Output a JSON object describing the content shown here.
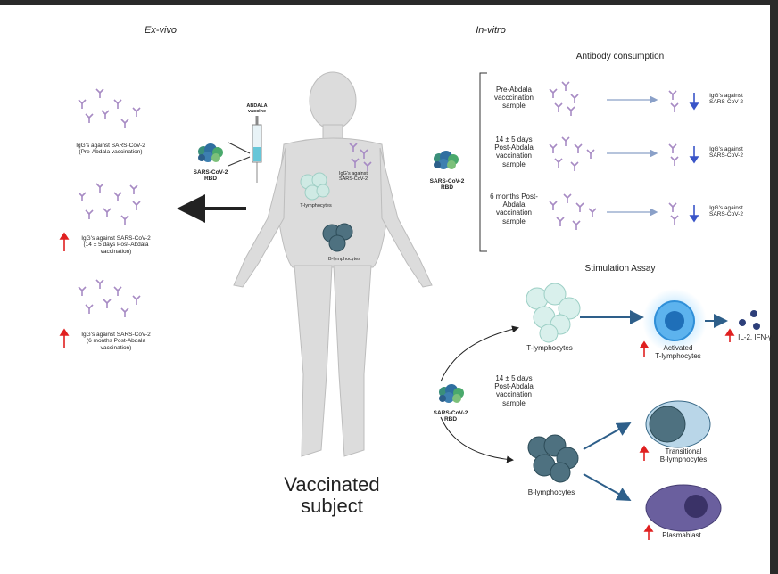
{
  "sections": {
    "ex_vivo": "Ex-vivo",
    "in_vitro": "In-vitro"
  },
  "subject": {
    "line1": "Vaccinated",
    "line2": "subject",
    "vaccine_line1": "ABDALA",
    "vaccine_line2": "vaccine",
    "rbd_line1": "SARS-CoV-2",
    "rbd_line2": "RBD",
    "body_igg_line1": "IgG's against",
    "body_igg_line2": "SARS-CoV-2",
    "body_t": "T-lymphocytes",
    "body_b": "B-lymphocytes"
  },
  "ex_vivo_groups": [
    {
      "line1": "IgG's against SARS-CoV-2",
      "line2": "(Pre-Abdala vaccination)",
      "line3": ""
    },
    {
      "line1": "IgG's against SARS-CoV-2",
      "line2": "(14 ± 5 days Post-Abdala",
      "line3": "vaccination)"
    },
    {
      "line1": "IgG's against SARS-CoV-2",
      "line2": "(6 months Post-Abdala",
      "line3": "vaccination)"
    }
  ],
  "antibody_consumption": {
    "title": "Antibody consumption",
    "rbd_line1": "SARS-CoV-2",
    "rbd_line2": "RBD",
    "rows": [
      {
        "l1": "Pre-Abdala",
        "l2": "vacccination",
        "l3": "sample",
        "l4": "",
        "res1": "IgG's against",
        "res2": "SARS-CoV-2"
      },
      {
        "l1": "14 ± 5 days",
        "l2": "Post-Abdala",
        "l3": "vaccination",
        "l4": "sample",
        "res1": "IgG's against",
        "res2": "SARS-CoV-2"
      },
      {
        "l1": "6 months Post-",
        "l2": "Abdala",
        "l3": "vaccination",
        "l4": "sample",
        "res1": "IgG's against",
        "res2": "SARS-CoV-2"
      }
    ]
  },
  "stimulation": {
    "title": "Stimulation Assay",
    "sample_l1": "14 ± 5 days",
    "sample_l2": "Post-Abdala",
    "sample_l3": "vaccination",
    "sample_l4": "sample",
    "rbd_line1": "SARS-CoV-2",
    "rbd_line2": "RBD",
    "t_label": "T-lymphocytes",
    "activated_l1": "Activated",
    "activated_l2": "T-lymphocytes",
    "cytokines": "IL-2, IFN-γ",
    "b_label": "B-lymphocytes",
    "transitional_l1": "Transitional",
    "transitional_l2": "B-lymphocytes",
    "plasmablast": "Plasmablast"
  },
  "colors": {
    "antibody": "#a78bc4",
    "body": "#d9d9d9",
    "t_cell": "#bfe3dc",
    "b_cell": "#4e7180",
    "activated": "#2f8fd8",
    "plasmablast": "#6a5f9e",
    "up_arrow": "#e02020",
    "down_arrow": "#3a55c8"
  }
}
